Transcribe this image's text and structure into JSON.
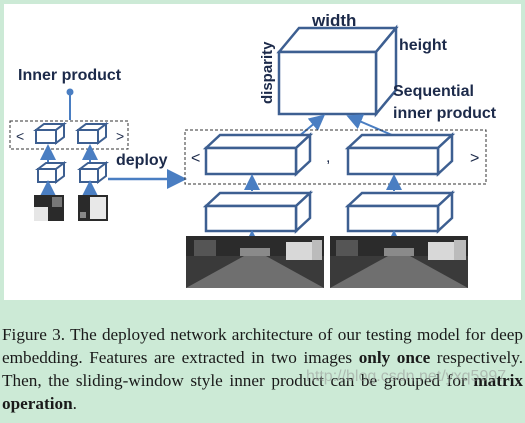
{
  "figure": {
    "label_inner_product": "Inner product",
    "label_deploy": "deploy",
    "label_width": "width",
    "label_height": "height",
    "label_disparity": "disparity",
    "label_sequential_1": "Sequential",
    "label_sequential_2": "inner product",
    "bracket_left": "<",
    "bracket_right": ">",
    "comma": ",",
    "colors": {
      "arrow": "#4a7ec2",
      "box_edge": "#3d5f91",
      "label": "#1c2a4a",
      "panel_bg": "#ccead6"
    }
  },
  "caption": {
    "seg1": "Figure 3. The deployed network architecture of our testing model for deep embedding. Features are extracted in two images ",
    "bold1": "only once",
    "seg2": " respectively. Then, the sliding-window style inner product can be grouped for ",
    "bold2": "matrix operation",
    "seg3": "."
  },
  "watermark": "http://blog.csdn.net/yxq5997"
}
